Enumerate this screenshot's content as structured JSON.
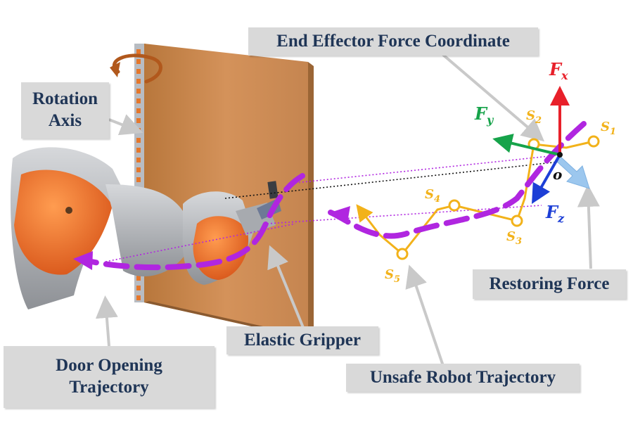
{
  "callouts": {
    "end_effector": "End Effector Force Coordinate",
    "rotation_axis_line1": "Rotation",
    "rotation_axis_line2": "Axis",
    "restoring_force": "Restoring Force",
    "elastic_gripper": "Elastic Gripper",
    "door_trajectory_line1": "Door Opening",
    "door_trajectory_line2": "Trajectory",
    "unsafe_trajectory": "Unsafe Robot Trajectory"
  },
  "force_axes": {
    "fx": {
      "symbol": "F",
      "sub": "x",
      "color": "#e8202a"
    },
    "fy": {
      "symbol": "F",
      "sub": "y",
      "color": "#16a34a"
    },
    "fz": {
      "symbol": "F",
      "sub": "z",
      "color": "#1d3fd6"
    },
    "origin": "o"
  },
  "states": [
    {
      "symbol": "S",
      "sub": "1"
    },
    {
      "symbol": "S",
      "sub": "2"
    },
    {
      "symbol": "S",
      "sub": "3"
    },
    {
      "symbol": "S",
      "sub": "4"
    },
    {
      "symbol": "S",
      "sub": "5"
    }
  ],
  "colors": {
    "callout_bg": "#d9d9d9",
    "callout_text": "#1f3556",
    "door": "#c98a4f",
    "robot_orange": "#f0732a",
    "robot_gray": "#b9bcc0",
    "trajectory_purple": "#b026e0",
    "unsafe_yellow": "#f2b21a",
    "restoring_blue": "#9cc7ee"
  }
}
